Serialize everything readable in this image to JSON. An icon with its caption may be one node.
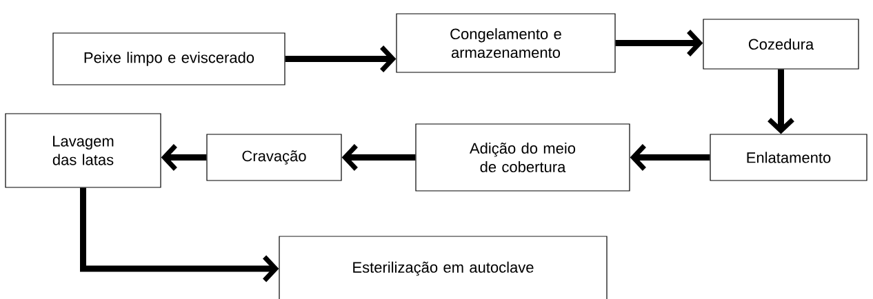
{
  "diagram": {
    "nodes": [
      {
        "text": [
          "Peixe limpo e eviscerado"
        ]
      },
      {
        "text": [
          "Congelamento e armazenamento"
        ]
      },
      {
        "text": [
          "Cozedura"
        ]
      },
      {
        "text": [
          "Enlatamento"
        ]
      },
      {
        "text": [
          "Adição do meio de cobertura"
        ]
      },
      {
        "text": [
          "Cravação"
        ]
      },
      {
        "text": [
          "Lavagem das latas"
        ]
      },
      {
        "text": [
          "Esterilização em autoclave"
        ]
      }
    ],
    "edges": [
      {
        "from": 0,
        "to": 1,
        "arrow": "to"
      },
      {
        "from": 1,
        "to": 2,
        "arrow": "to"
      },
      {
        "from": 2,
        "to": 3,
        "arrow": "to"
      },
      {
        "from": 3,
        "to": 4,
        "arrow": "to"
      },
      {
        "from": 4,
        "to": 5,
        "arrow": "to"
      },
      {
        "from": 5,
        "to": 6,
        "arrow": "to"
      },
      {
        "from": 6,
        "to": 7,
        "arrow": "to"
      }
    ]
  }
}
